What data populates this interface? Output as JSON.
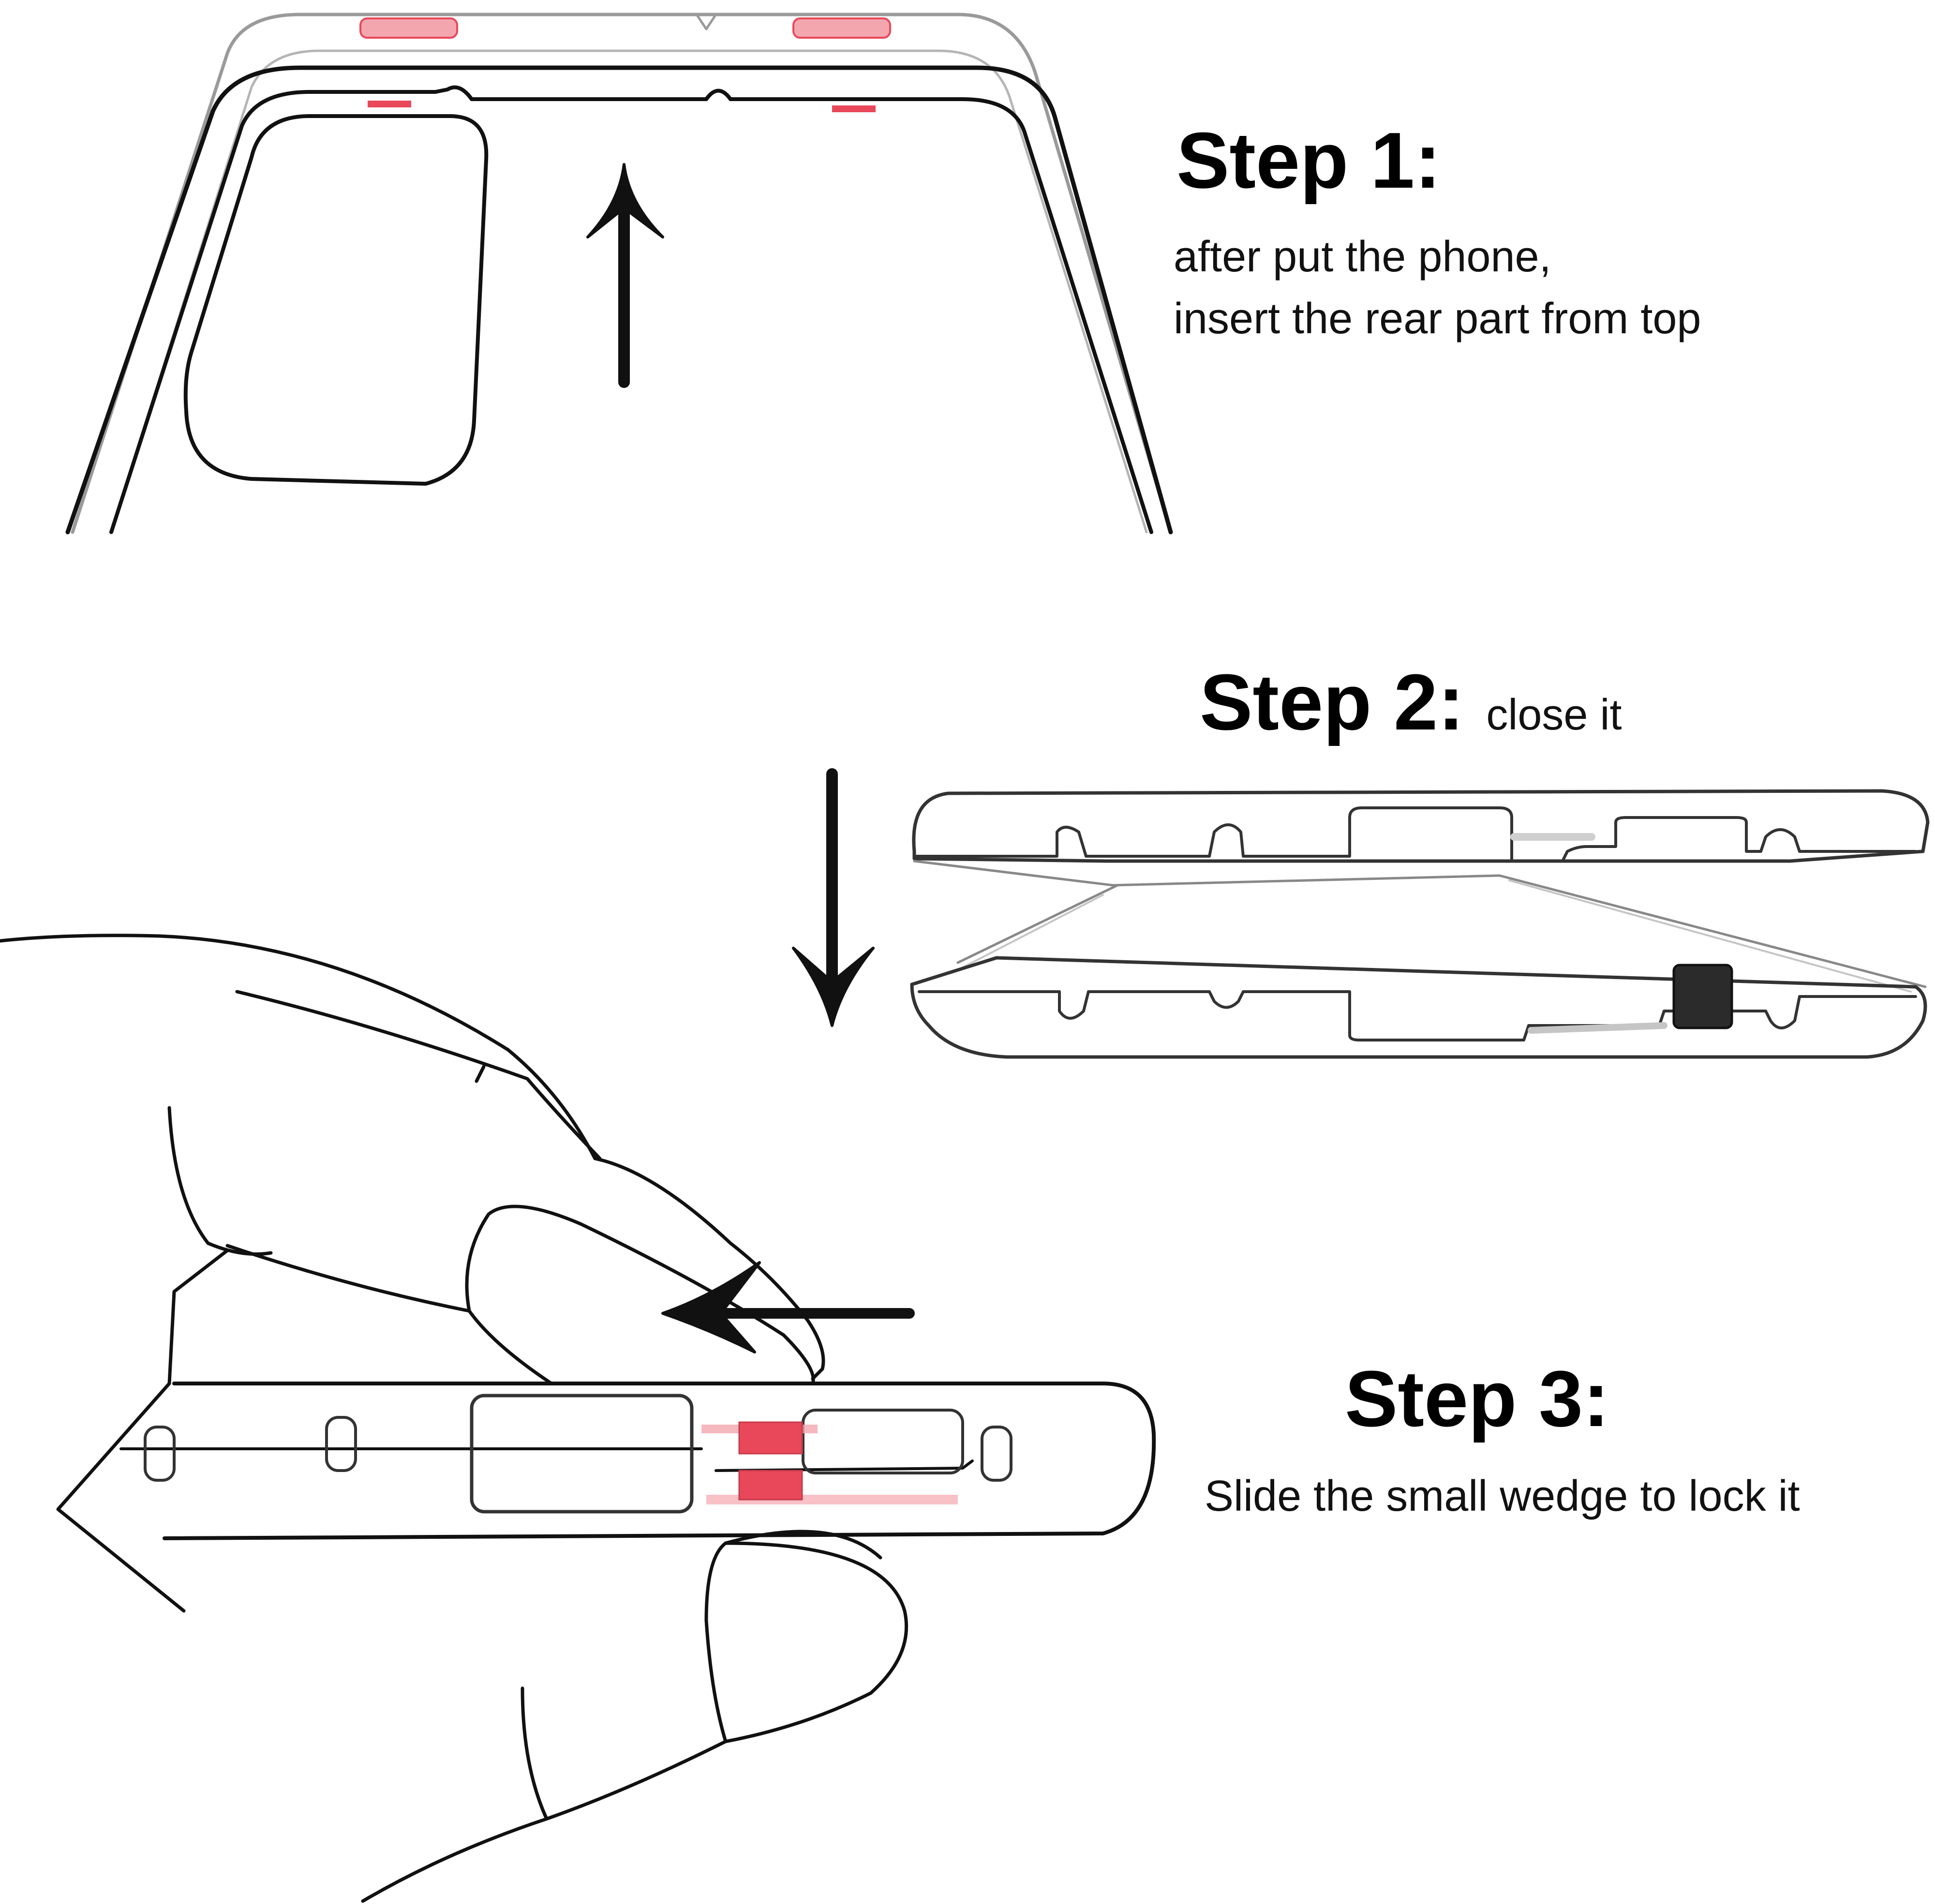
{
  "steps": [
    {
      "title": "Step 1:",
      "lines": [
        "after put the phone,",
        "insert the rear part from top"
      ]
    },
    {
      "title": "Step 2:",
      "inline_text": "close it"
    },
    {
      "title": "Step 3:",
      "lines": [
        "Slide the small wedge to lock it"
      ]
    }
  ],
  "colors": {
    "line": "#111111",
    "faint_line": "#9a9a9a",
    "accent_red": "#e8485a",
    "accent_pink": "#f3a6ae",
    "dark_block": "#2b2b2b"
  }
}
